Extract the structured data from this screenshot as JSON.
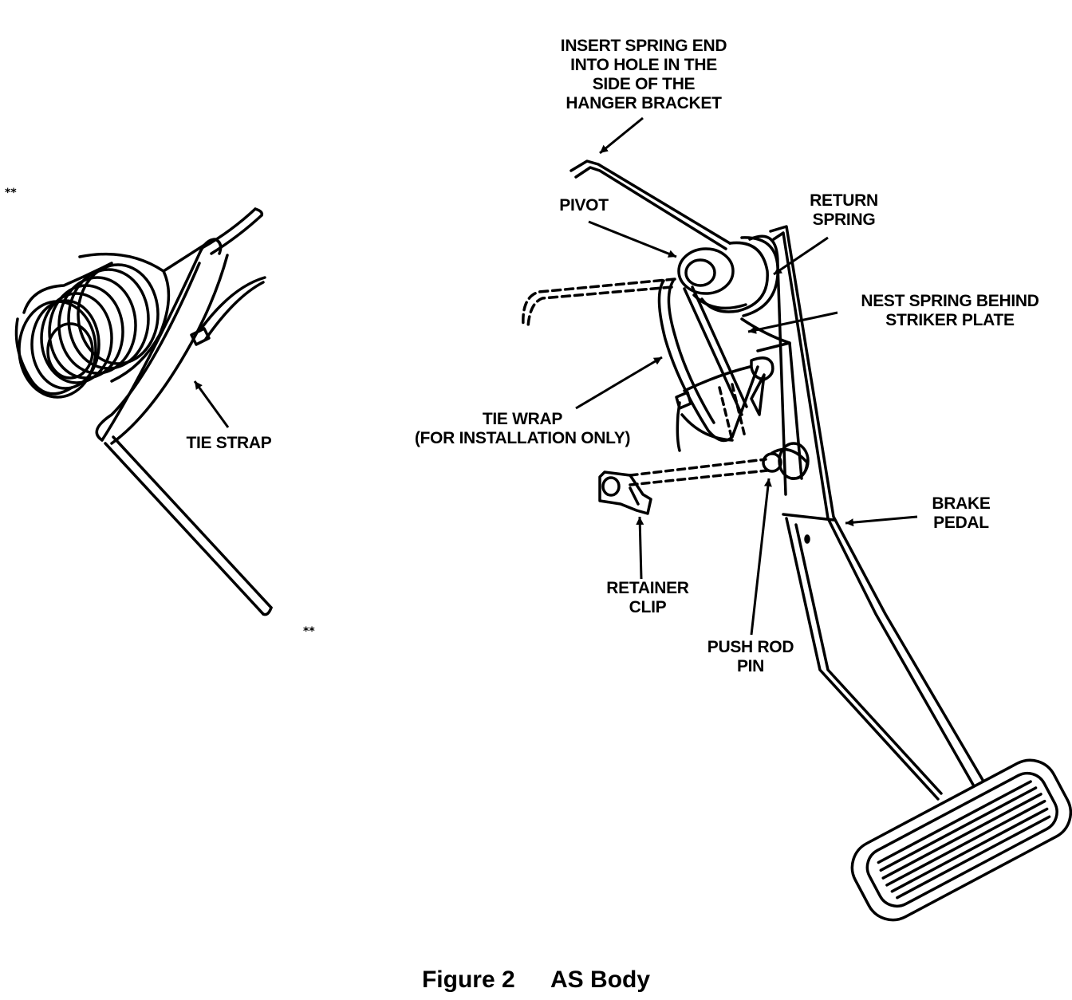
{
  "labels": {
    "insert_spring": [
      "INSERT SPRING END",
      "INTO HOLE IN THE",
      "SIDE OF THE",
      "HANGER BRACKET"
    ],
    "pivot": "PIVOT",
    "return_spring": [
      "RETURN",
      "SPRING"
    ],
    "nest_spring": [
      "NEST SPRING BEHIND",
      "STRIKER PLATE"
    ],
    "tie_wrap": [
      "TIE WRAP",
      "(FOR INSTALLATION ONLY)"
    ],
    "tie_strap": "TIE STRAP",
    "brake_pedal": [
      "BRAKE",
      "PEDAL"
    ],
    "retainer_clip": [
      "RETAINER",
      "CLIP"
    ],
    "push_rod_pin": [
      "PUSH ROD",
      "PIN"
    ],
    "stars_top": "**",
    "stars_bottom": "**"
  },
  "caption": {
    "figure": "Figure 2",
    "title": "AS Body"
  }
}
